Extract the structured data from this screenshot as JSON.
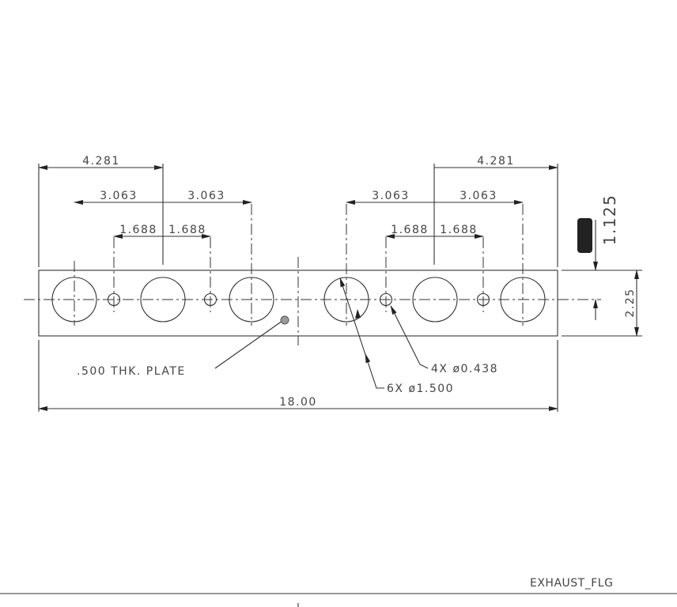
{
  "drawing": {
    "title_block_name": "EXHAUST_FLG",
    "dimensions": {
      "left_outer": "4.281",
      "left_mid_a": "3.063",
      "left_mid_b": "3.063",
      "left_inner_a": "1.688",
      "left_inner_b": "1.688",
      "right_outer": "4.281",
      "right_mid_a": "3.063",
      "right_mid_b": "3.063",
      "right_inner_a": "1.688",
      "right_inner_b": "1.688",
      "overall_length": "18.00",
      "height": "2.25",
      "center_height": "1.125"
    },
    "notes": {
      "plate": ".500 THK. PLATE",
      "small_holes": "4X ø0.438",
      "large_holes": "6X ø1.500"
    }
  }
}
